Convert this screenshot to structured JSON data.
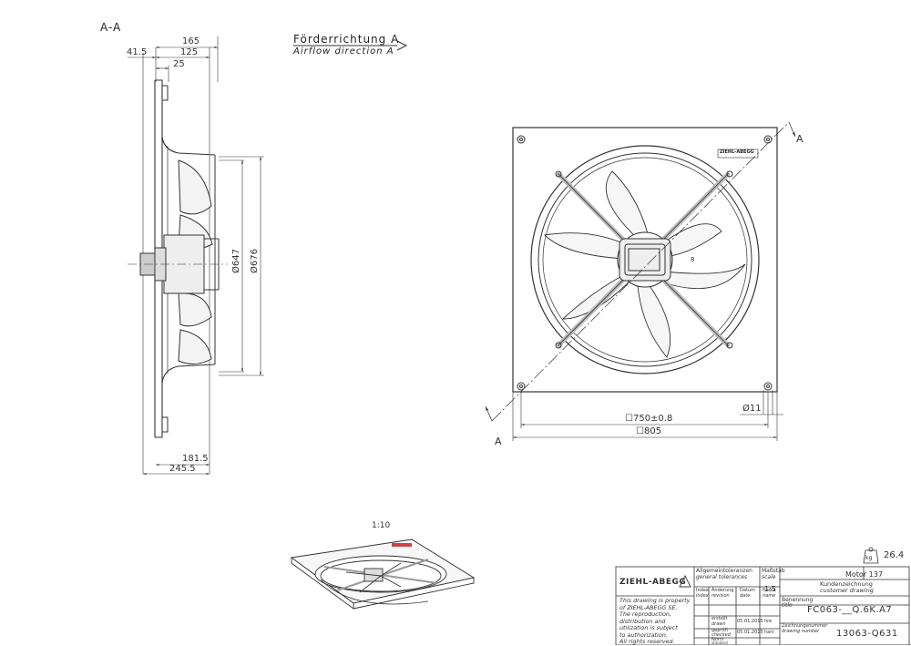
{
  "section_label": "A-A",
  "airflow": {
    "de": "Förderrichtung A",
    "en": "Airflow direction A"
  },
  "dims": {
    "d165": "165",
    "d125": "125",
    "d41_5": "41.5",
    "d25": "25",
    "dia647": "Ø647",
    "dia676": "Ø676",
    "d181_5": "181.5",
    "d245_5": "245.5",
    "sq750": "☐750±0.8",
    "sq805": "☐805",
    "dia11": "Ø11",
    "section_a_top": "A",
    "section_a_bottom": "A",
    "hub_mark": "8"
  },
  "iso_scale": "1:10",
  "weight": {
    "unit": "kg",
    "value": "26.4"
  },
  "title_block": {
    "brand": "ZIEHL-ABEGG",
    "tolerances_de": "Allgemeintoleranzen",
    "tolerances_en": "general tolerances",
    "scale_de": "Maßstab",
    "scale_en": "scale",
    "scale_value": "1:5",
    "motor": "Motor 137",
    "title_de": "Kundenzeichnung",
    "title_en": "customer drawing",
    "designation_de": "Benennung",
    "designation_en": "title",
    "product": "FC063-__Q.6K.A7",
    "index_de": "Index",
    "index_en": "index",
    "change_de": "Änderung",
    "change_en": "revision",
    "date_de": "Datum",
    "date_en": "date",
    "name_de": "Name",
    "name_en": "name",
    "drawn_de": "erstellt",
    "drawn_en": "drawn",
    "drawn_date": "05.01.2015",
    "drawn_name": "hre",
    "checked_de": "geprüft",
    "checked_en": "checked",
    "checked_date": "05.01.2015",
    "checked_name": "hani",
    "norm_de": "Norm",
    "norm_en": "standard",
    "drawing_no_de": "Zeichnungsnummer",
    "drawing_no_en": "drawing number",
    "drawing_no": "13063-Q631",
    "notice": [
      "This drawing is property",
      "of ZIEHL-ABEGG SE.",
      "The reproduction,",
      "distribution and",
      "utilization is subject",
      "to authorization.",
      "All rights reserved."
    ]
  }
}
